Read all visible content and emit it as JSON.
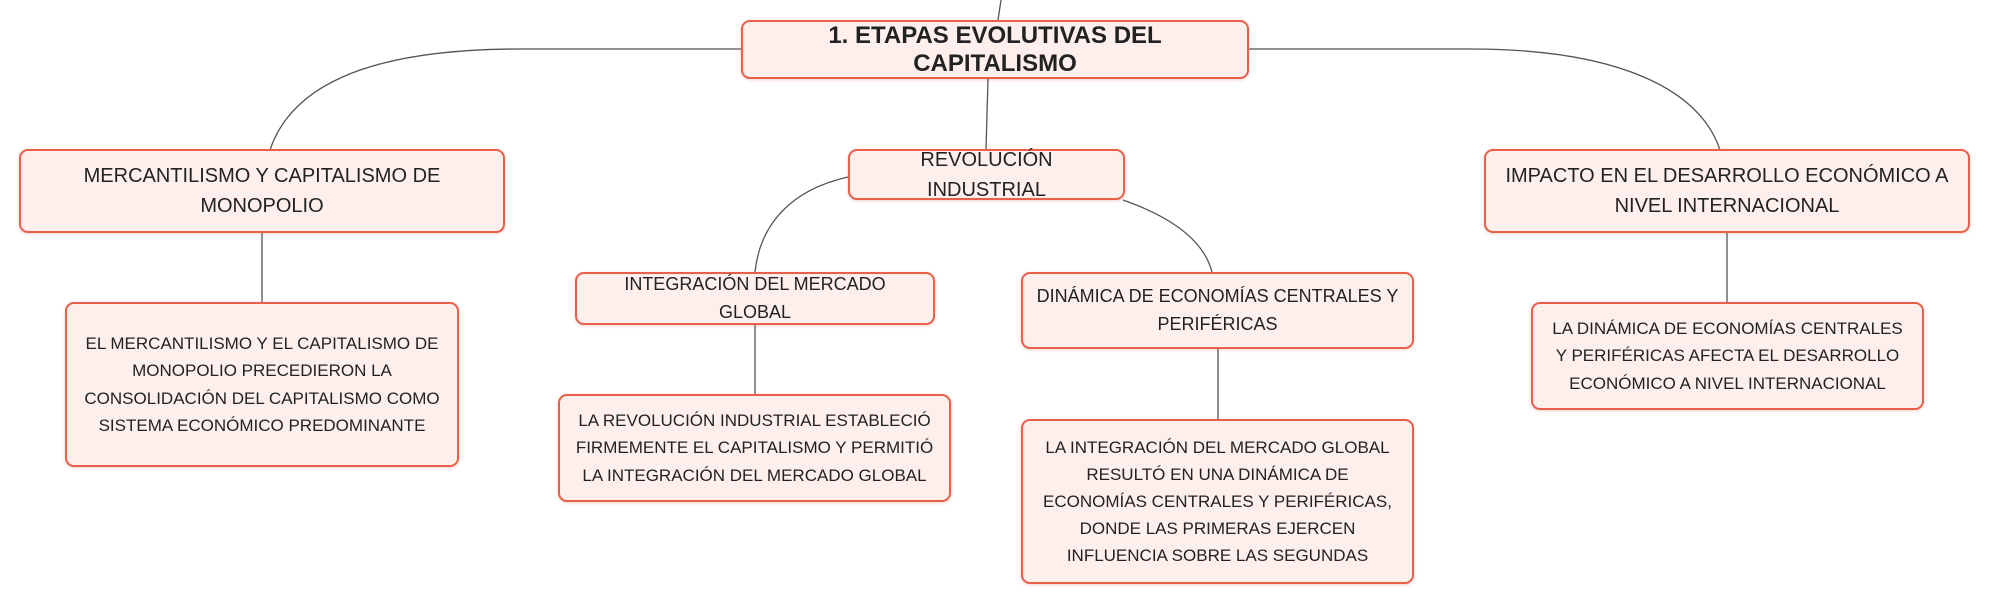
{
  "colors": {
    "node_fill": "#fdf0ec",
    "node_border": "#e8604a",
    "connector": "#555555"
  },
  "root": {
    "title": "1. ETAPAS EVOLUTIVAS DEL CAPITALISMO"
  },
  "branches": {
    "mercantilismo": {
      "label": "MERCANTILISMO Y CAPITALISMO DE MONOPOLIO",
      "detail": "EL MERCANTILISMO Y EL CAPITALISMO DE MONOPOLIO PRECEDIERON LA CONSOLIDACIÓN DEL CAPITALISMO COMO SISTEMA ECONÓMICO PREDOMINANTE"
    },
    "revolucion": {
      "label": "REVOLUCIÓN INDUSTRIAL",
      "integracion": {
        "label": "INTEGRACIÓN DEL MERCADO GLOBAL",
        "detail": "LA REVOLUCIÓN INDUSTRIAL ESTABLECIÓ FIRMEMENTE EL CAPITALISMO Y PERMITIÓ LA INTEGRACIÓN DEL MERCADO GLOBAL"
      },
      "dinamica": {
        "label": "DINÁMICA DE ECONOMÍAS CENTRALES Y PERIFÉRICAS",
        "detail": "LA INTEGRACIÓN DEL MERCADO GLOBAL RESULTÓ EN UNA DINÁMICA DE ECONOMÍAS CENTRALES Y PERIFÉRICAS, DONDE LAS PRIMERAS EJERCEN INFLUENCIA SOBRE LAS SEGUNDAS"
      }
    },
    "impacto": {
      "label": "IMPACTO EN EL DESARROLLO ECONÓMICO A NIVEL INTERNACIONAL",
      "detail": "LA DINÁMICA DE ECONOMÍAS CENTRALES Y PERIFÉRICAS AFECTA EL DESARROLLO ECONÓMICO A NIVEL INTERNACIONAL"
    }
  }
}
